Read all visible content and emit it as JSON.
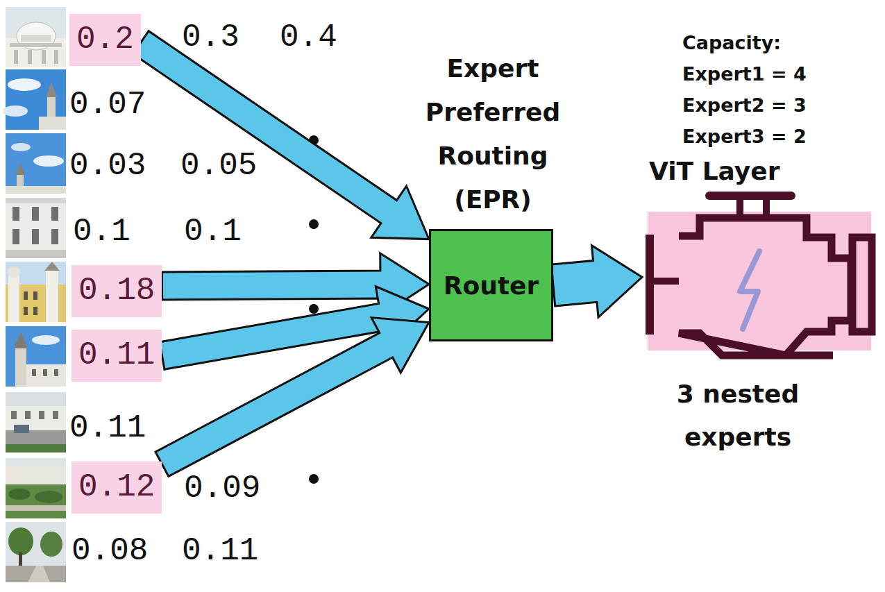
{
  "diagram": {
    "nodes": [
      {
        "text": [
          "0.2"
        ]
      },
      {
        "text": [
          "0.18"
        ]
      },
      {
        "text": [
          "0.11"
        ]
      },
      {
        "text": [
          "0.12"
        ]
      },
      {
        "text": [
          "Expert Preferred Routing (EPR)",
          "Router"
        ]
      },
      {
        "text": [
          "ViT Layer",
          "3 nested experts"
        ]
      }
    ],
    "edges": [
      {
        "from": 0,
        "to": 4,
        "arrow": "to"
      },
      {
        "from": 1,
        "to": 4,
        "arrow": "to"
      },
      {
        "from": 2,
        "to": 4,
        "arrow": "to"
      },
      {
        "from": 3,
        "to": 4,
        "arrow": "to"
      },
      {
        "from": 4,
        "to": 5,
        "arrow": "to"
      }
    ],
    "labels": [
      "0.3",
      "0.4",
      "0.07",
      "0.03",
      "0.05",
      "0.1",
      "0.1",
      "0.11",
      "0.09",
      "0.08",
      "0.11",
      "Capacity:",
      "Expert1 = 4",
      "Expert2 = 3",
      "Expert3 = 2"
    ]
  }
}
